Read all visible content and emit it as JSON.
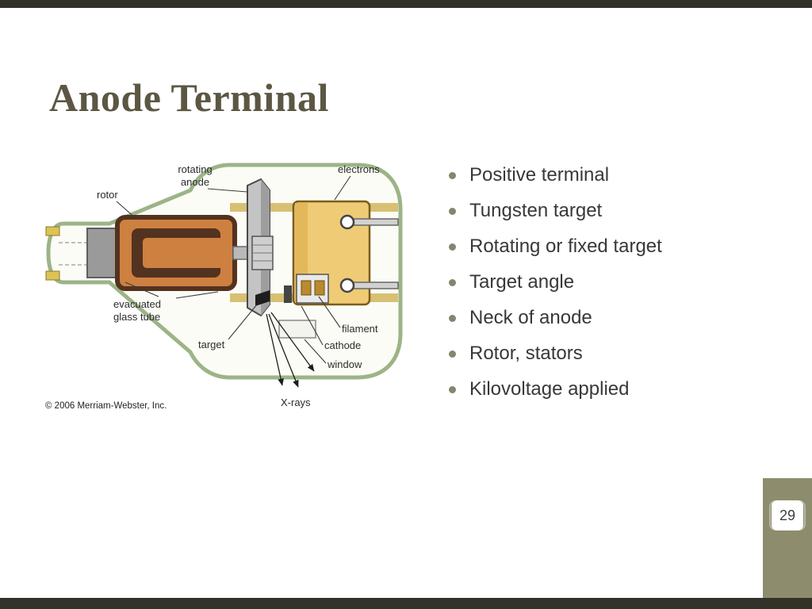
{
  "slide": {
    "title": "Anode Terminal",
    "page_number": "29"
  },
  "bullets": {
    "items": [
      {
        "label": "Positive terminal"
      },
      {
        "label": "Tungsten target"
      },
      {
        "label": "Rotating or fixed target"
      },
      {
        "label": "Target angle"
      },
      {
        "label": "Neck of anode"
      },
      {
        "label": "Rotor, stators"
      },
      {
        "label": "Kilovoltage applied"
      }
    ]
  },
  "diagram": {
    "labels": {
      "rotating_anode_line1": "rotating",
      "rotating_anode_line2": "anode",
      "electrons": "electrons",
      "rotor": "rotor",
      "evacuated_line1": "evacuated",
      "evacuated_line2": "glass tube",
      "target": "target",
      "filament": "filament",
      "cathode": "cathode",
      "window": "window",
      "xrays": "X-rays",
      "copyright": "© 2006 Merriam-Webster, Inc."
    },
    "colors": {
      "glass": "#9cb487",
      "glass_fill": "#fcfcf6",
      "rotor_copper": "#cd8040",
      "rotor_dark": "#53321f",
      "anode_gray": "#c4c4c4",
      "anode_shade": "#9e9e9e",
      "cathode_tan": "#eecb74",
      "metal_gray": "#b9b9b9",
      "pin_yellow": "#ddc355",
      "target_black": "#1d1d1d",
      "stripe_tan": "#d8c073"
    }
  },
  "theme": {
    "accent_olive": "#8d8d6d",
    "bar_dark": "#32322a",
    "title_color": "#5c5743",
    "bullet_dot": "#85856f",
    "text_color": "#383838"
  }
}
